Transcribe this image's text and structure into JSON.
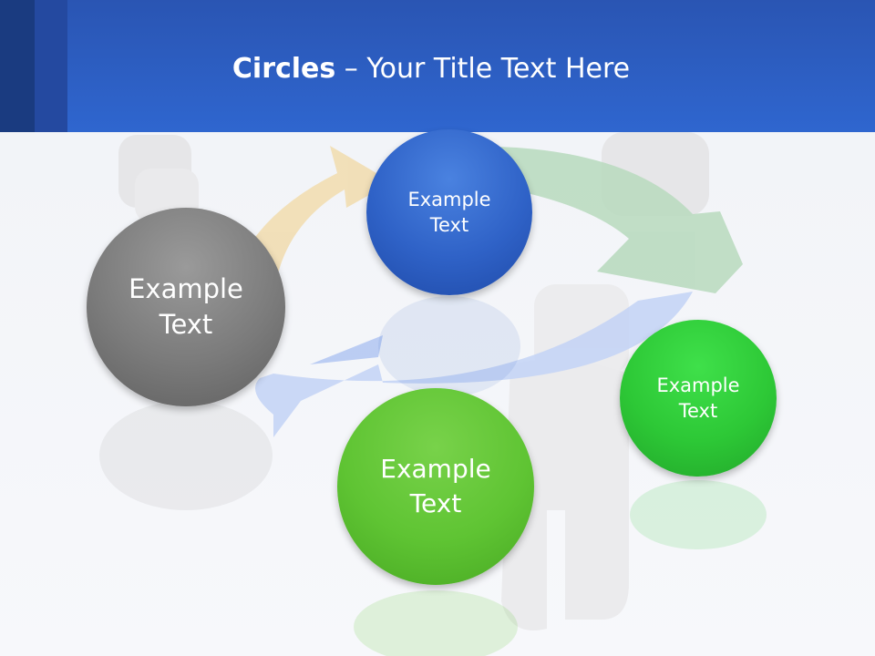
{
  "header": {
    "title_bold": "Circles",
    "title_rest": " – Your Title Text Here"
  },
  "circles": [
    {
      "id": "blue",
      "line1": "Example",
      "line2": "Text",
      "color": "#2f62c7"
    },
    {
      "id": "gray",
      "line1": "Example",
      "line2": "Text",
      "color": "#7b7b7b"
    },
    {
      "id": "green-large",
      "line1": "Example",
      "line2": "Text",
      "color": "#5fc433"
    },
    {
      "id": "green-small",
      "line1": "Example",
      "line2": "Text",
      "color": "#2dc836"
    }
  ],
  "colors": {
    "header": "#2f66cf",
    "arrow_orange": "#f2d9a6",
    "arrow_green": "#a8d2b0",
    "arrow_blue": "#b9cbf3"
  }
}
